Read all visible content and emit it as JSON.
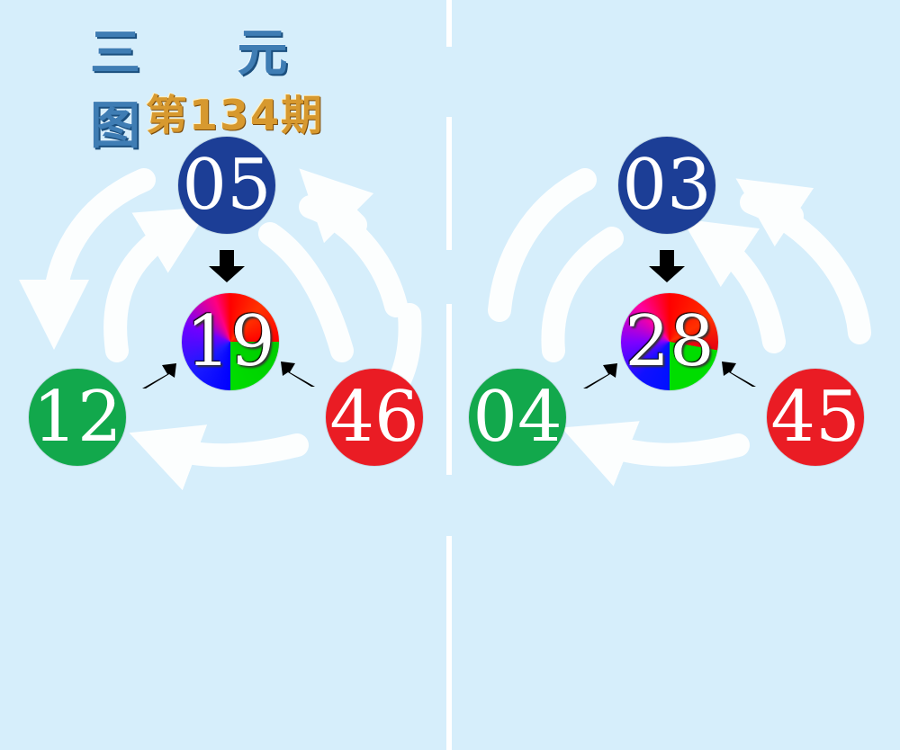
{
  "header": {
    "title": "三 元 图",
    "issue_prefix": "第",
    "issue_number": "134",
    "issue_suffix": "期"
  },
  "left": {
    "top": "05",
    "center": "19",
    "bottom_left": "12",
    "bottom_right": "46"
  },
  "right": {
    "top": "03",
    "center": "28",
    "bottom_left": "04",
    "bottom_right": "45"
  },
  "colors": {
    "background": "#d6eefb",
    "blue": "#1c3e96",
    "green": "#12a84c",
    "red": "#ea1c24",
    "title": "#3f7db4",
    "issue": "#d7992f"
  }
}
